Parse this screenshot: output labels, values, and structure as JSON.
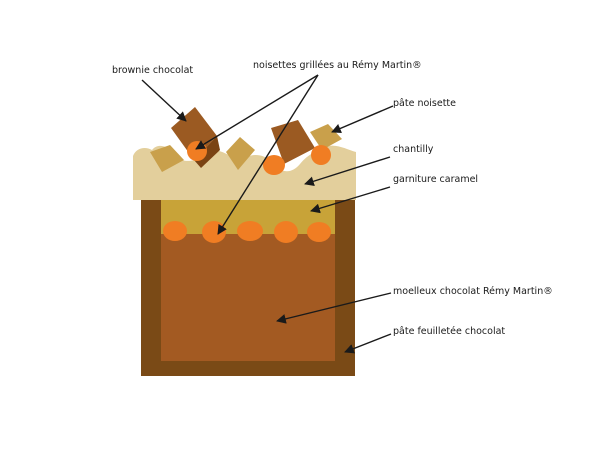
{
  "labels": {
    "brownie": "brownie chocolat",
    "noisettes": "noisettes grillées au Rémy Martin®",
    "pate_noisette": "pâte noisette",
    "chantilly": "chantilly",
    "caramel": "garniture caramel",
    "moelleux": "moelleux chocolat Rémy Martin®",
    "feuilletee": "pâte feuilletée chocolat"
  },
  "colors": {
    "pastry": "#7a4a16",
    "moelleux": "#a35a22",
    "caramel": "#c8a338",
    "cream": "#e3cf9c",
    "hazelnut": "#f07d23",
    "brownie_piece": "#9b5a22",
    "paste_piece": "#c9a04b",
    "arrow": "#1a1a1a"
  }
}
